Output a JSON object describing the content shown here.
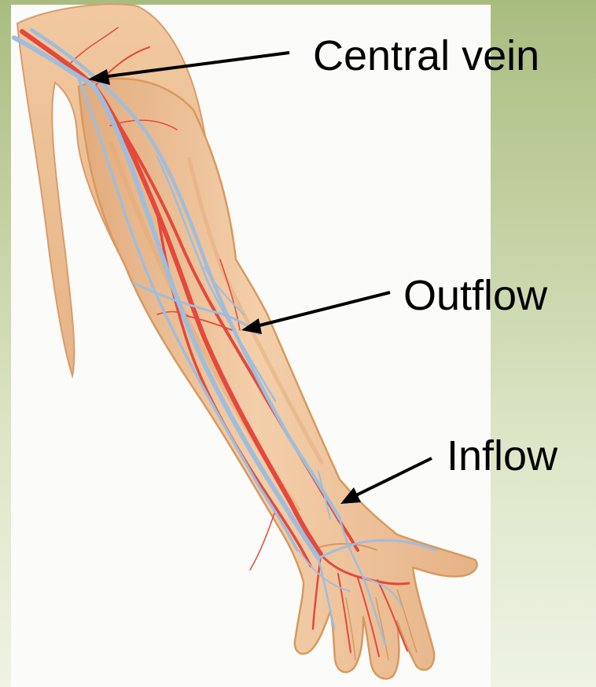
{
  "labels": {
    "central_vein": "Central vein",
    "outflow": "Outflow",
    "inflow": "Inflow"
  },
  "colors": {
    "background_top": "#a9bc7f",
    "background_bottom": "#eef3e4",
    "panel": "#fbfbf9",
    "skin": "#f0c9a0",
    "skin_shadow": "#dca272",
    "artery": "#e5483c",
    "vein": "#9fbddc",
    "arrow": "#000000"
  }
}
